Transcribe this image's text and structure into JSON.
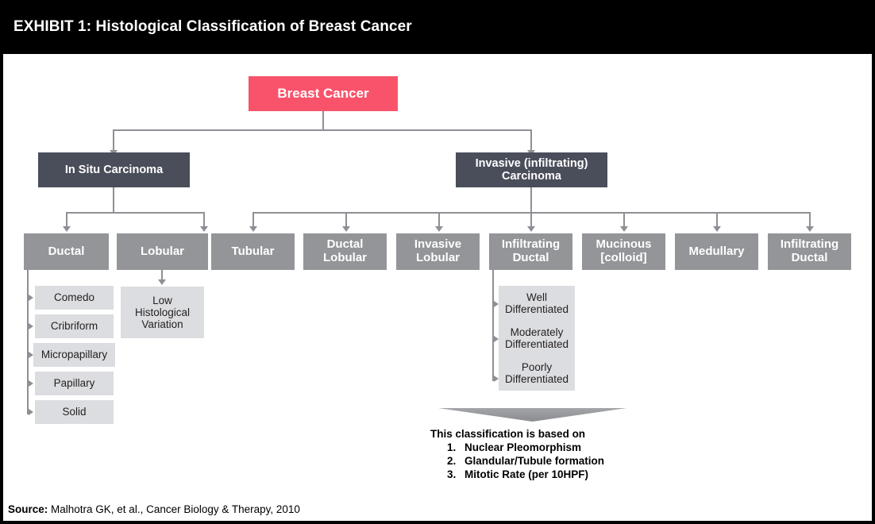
{
  "header": {
    "title": "EXHIBIT 1: Histological Classification of Breast Cancer"
  },
  "footer": {
    "label": "Source:",
    "citation": " Malhotra GK, et al., Cancer Biology & Therapy, 2010"
  },
  "colors": {
    "accent": "#f9536b",
    "level2_box": "#4a4e5a",
    "level3_box": "#939598",
    "leaf_box": "#dcdde0",
    "connector": "#8e9095",
    "frame": "#000000",
    "canvas": "#ffffff"
  },
  "tree": {
    "root": {
      "label": "Breast Cancer"
    },
    "level2": [
      {
        "label": "In Situ Carcinoma"
      },
      {
        "label_line1": "Invasive (infiltrating)",
        "label_line2": "Carcinoma"
      }
    ],
    "in_situ_children": [
      {
        "label": "Ductal"
      },
      {
        "label": "Lobular"
      }
    ],
    "invasive_children": [
      {
        "label_line1": "Tubular",
        "label_line2": ""
      },
      {
        "label_line1": "Ductal",
        "label_line2": "Lobular"
      },
      {
        "label_line1": "Invasive",
        "label_line2": "Lobular"
      },
      {
        "label_line1": "Infiltrating",
        "label_line2": "Ductal"
      },
      {
        "label_line1": "Mucinous",
        "label_line2": "[colloid]"
      },
      {
        "label_line1": "Medullary",
        "label_line2": ""
      },
      {
        "label_line1": "Infiltrating",
        "label_line2": "Ductal"
      }
    ],
    "ductal_subtypes": [
      {
        "label": "Comedo"
      },
      {
        "label": "Cribriform"
      },
      {
        "label": "Micropapillary"
      },
      {
        "label": "Papillary"
      },
      {
        "label": "Solid"
      }
    ],
    "lobular_subtypes": [
      {
        "label_line1": "Low",
        "label_line2": "Histological",
        "label_line3": "Variation"
      }
    ],
    "infiltrating_ductal_grades": [
      {
        "label_line1": "Well",
        "label_line2": "Differentiated"
      },
      {
        "label_line1": "Moderately",
        "label_line2": "Differentiated"
      },
      {
        "label_line1": "Poorly",
        "label_line2": "Differentiated"
      }
    ]
  },
  "note": {
    "heading": "This classification is based on",
    "items": [
      "Nuclear Pleomorphism",
      "Glandular/Tubule formation",
      "Mitotic Rate (per 10HPF)"
    ]
  }
}
